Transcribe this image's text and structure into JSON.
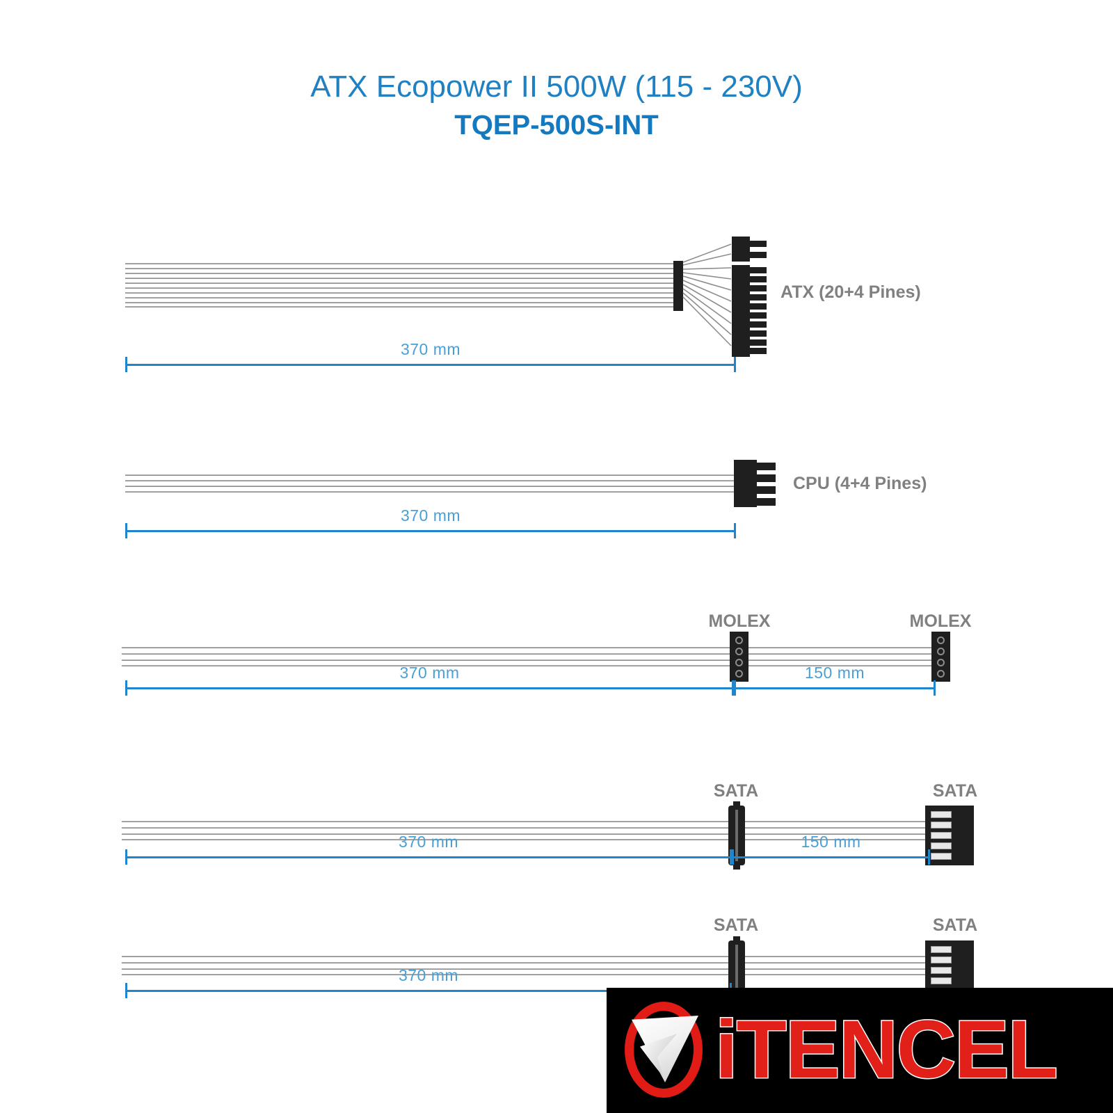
{
  "header": {
    "title": "ATX Ecopower II 500W (115 - 230V)",
    "model": "TQEP-500S-INT",
    "title_color": "#1f80c2",
    "model_color": "#1479bf"
  },
  "style": {
    "dimension_line_color": "#1f86cd",
    "dimension_label_color": "#4a9fd4",
    "connector_label_color": "#808080",
    "connector_body_color": "#201f1f",
    "wire_color": "#9a9a9a",
    "background": "#ffffff"
  },
  "cables": [
    {
      "id": "atx",
      "connector_label": "ATX (20+4 Pines)",
      "label_position": "right",
      "wire_count": 10,
      "segments": [
        {
          "length": "370 mm"
        }
      ]
    },
    {
      "id": "cpu",
      "connector_label": "CPU (4+4 Pines)",
      "label_position": "right",
      "wire_count": 4,
      "segments": [
        {
          "length": "370 mm"
        }
      ]
    },
    {
      "id": "molex",
      "connector_label_mid": "MOLEX",
      "connector_label_end": "MOLEX",
      "wire_count": 4,
      "segments": [
        {
          "length": "370 mm"
        },
        {
          "length": "150 mm"
        }
      ]
    },
    {
      "id": "sata-1",
      "connector_label_mid": "SATA",
      "connector_label_end": "SATA",
      "wire_count": 4,
      "segments": [
        {
          "length": "370 mm"
        },
        {
          "length": "150 mm"
        }
      ]
    },
    {
      "id": "sata-2",
      "connector_label_mid": "SATA",
      "connector_label_end": "SATA",
      "wire_count": 4,
      "segments": [
        {
          "length": "370 mm"
        }
      ]
    }
  ],
  "logo": {
    "text": "iTENCEL",
    "text_color": "#e2201a",
    "ring_color": "#e11b16",
    "background": "#000000"
  }
}
